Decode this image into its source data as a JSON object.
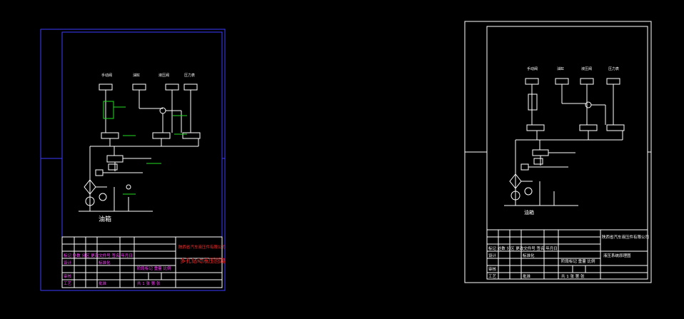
{
  "colors": {
    "background": "#000000",
    "sheet_border_left": "#3b3bff",
    "line": "#ffffff",
    "accent_green": "#22dd22",
    "accent_magenta": "#ff40ff",
    "accent_red": "#ff3030"
  },
  "left_sheet": {
    "components_top": [
      "手动阀",
      "油缸",
      "液压阀",
      "压力表"
    ],
    "tank_label": "油箱",
    "title_block": {
      "company": "陕西省汽车液压件有限公司",
      "drawing_title": "多孔钻动液压回路",
      "row_a": "标记 处数 分区 更改文件号 签名 年月日",
      "row_b": [
        "设计",
        "标准化"
      ],
      "row_c": [
        "审核",
        ""
      ],
      "row_d": [
        "工艺",
        "批准"
      ],
      "stage_row": "阶段标记 重量 比例",
      "sheet_row": "共 1 张 第 张"
    }
  },
  "right_sheet": {
    "components_top": [
      "手动阀",
      "油缸",
      "液压阀",
      "压力表"
    ],
    "tank_label": "油箱",
    "title_block": {
      "company": "陕西省汽车液压件有限公司",
      "drawing_title": "液压系统原理图",
      "row_a": "标记 处数 分区 更改文件号 签名 年月日",
      "row_b": [
        "设计",
        "标准化"
      ],
      "row_c": [
        "审核",
        ""
      ],
      "row_d": [
        "工艺",
        "批准"
      ],
      "stage_row": "阶段标记 重量 比例",
      "sheet_row": "共 1 张 第 张"
    }
  }
}
